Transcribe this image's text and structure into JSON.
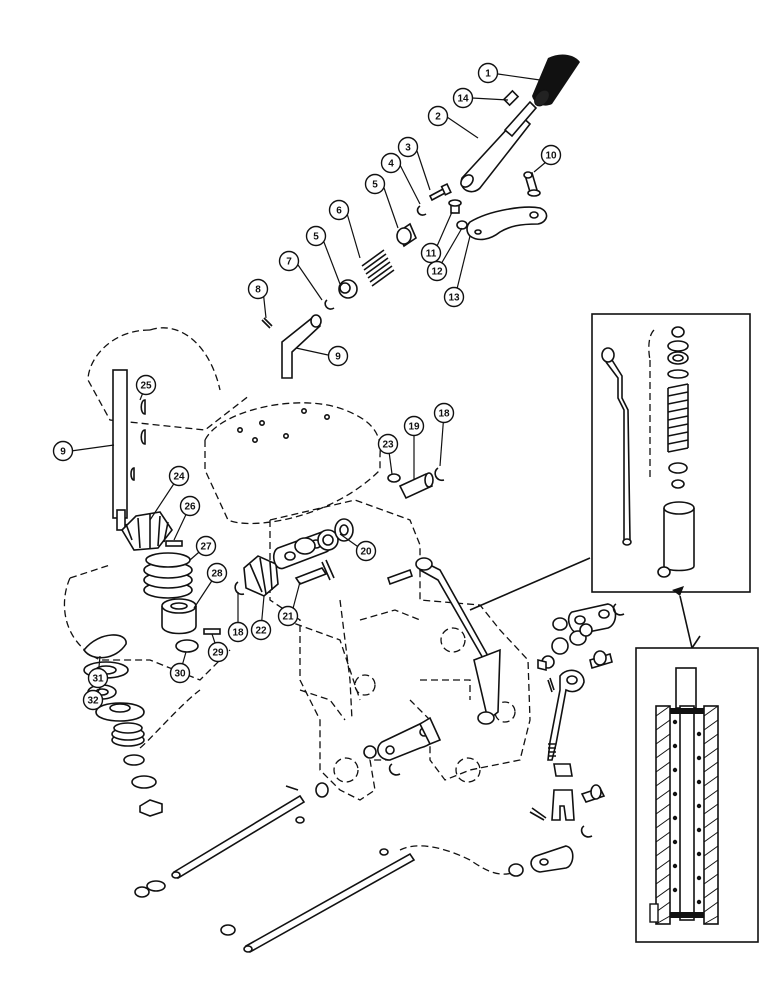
{
  "diagram": {
    "callouts": [
      {
        "id": "c1",
        "label": "1"
      },
      {
        "id": "c2",
        "label": "2"
      },
      {
        "id": "c3",
        "label": "3"
      },
      {
        "id": "c4",
        "label": "4"
      },
      {
        "id": "c5a",
        "label": "5"
      },
      {
        "id": "c5b",
        "label": "5"
      },
      {
        "id": "c6",
        "label": "6"
      },
      {
        "id": "c7",
        "label": "7"
      },
      {
        "id": "c8",
        "label": "8"
      },
      {
        "id": "c9a",
        "label": "9"
      },
      {
        "id": "c9b",
        "label": "9"
      },
      {
        "id": "c10",
        "label": "10"
      },
      {
        "id": "c11",
        "label": "11"
      },
      {
        "id": "c12",
        "label": "12"
      },
      {
        "id": "c13",
        "label": "13"
      },
      {
        "id": "c14",
        "label": "14"
      },
      {
        "id": "c18a",
        "label": "18"
      },
      {
        "id": "c18b",
        "label": "18"
      },
      {
        "id": "c19",
        "label": "19"
      },
      {
        "id": "c20",
        "label": "20"
      },
      {
        "id": "c21",
        "label": "21"
      },
      {
        "id": "c22",
        "label": "22"
      },
      {
        "id": "c23",
        "label": "23"
      },
      {
        "id": "c24",
        "label": "24"
      },
      {
        "id": "c25",
        "label": "25"
      },
      {
        "id": "c26",
        "label": "26"
      },
      {
        "id": "c27",
        "label": "27"
      },
      {
        "id": "c28",
        "label": "28"
      },
      {
        "id": "c29",
        "label": "29"
      },
      {
        "id": "c30",
        "label": "30"
      },
      {
        "id": "c31",
        "label": "31"
      },
      {
        "id": "c32",
        "label": "32"
      }
    ]
  }
}
